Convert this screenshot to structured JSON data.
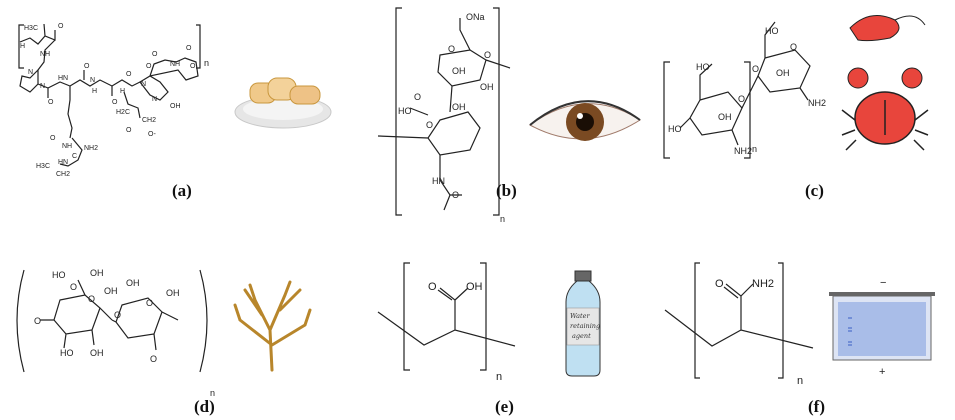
{
  "panels": {
    "a": {
      "label": "(a)",
      "atoms": [
        "H3C",
        "O",
        "NH",
        "N",
        "H",
        "O",
        "N",
        "O",
        "HN",
        "O",
        "N",
        "H",
        "O",
        "H",
        "N",
        "O",
        "N",
        "H2C",
        "CH2",
        "O",
        "O-",
        "OH",
        "O",
        "NH",
        "O",
        "O",
        "HN",
        "C",
        "NH2",
        "O",
        "NH",
        "H3C",
        "CH2"
      ],
      "repeat": "n"
    },
    "b": {
      "label": "(b)",
      "atoms": [
        "ONa",
        "O",
        "O",
        "OH",
        "OH",
        "HO",
        "O",
        "O",
        "OH",
        "HN",
        "O"
      ],
      "repeat": "n"
    },
    "c": {
      "label": "(c)",
      "atoms": [
        "HO",
        "O",
        "OH",
        "O",
        "NH2",
        "HO",
        "HO",
        "OH",
        "O",
        "NH2"
      ],
      "repeat": "n"
    },
    "d": {
      "label": "(d)",
      "atoms": [
        "HO",
        "O",
        "O",
        "OH",
        "OH",
        "O",
        "O",
        "O",
        "HO",
        "OH",
        "OH",
        "OH",
        "O"
      ],
      "repeat": "n"
    },
    "e": {
      "label": "(e)",
      "atoms": [
        "O",
        "OH"
      ],
      "repeat": "n",
      "bottle_text": [
        "Water",
        "retaining",
        "agent"
      ]
    },
    "f": {
      "label": "(f)",
      "atoms": [
        "O",
        "NH2"
      ],
      "repeat": "n",
      "cathode": "−",
      "anode": "+"
    }
  },
  "colors": {
    "bottle": "#bfe0f2",
    "gel": "#a9bde8",
    "crab": "#e8453c",
    "seaweed": "#b8862b",
    "food": "#f0c98a"
  }
}
